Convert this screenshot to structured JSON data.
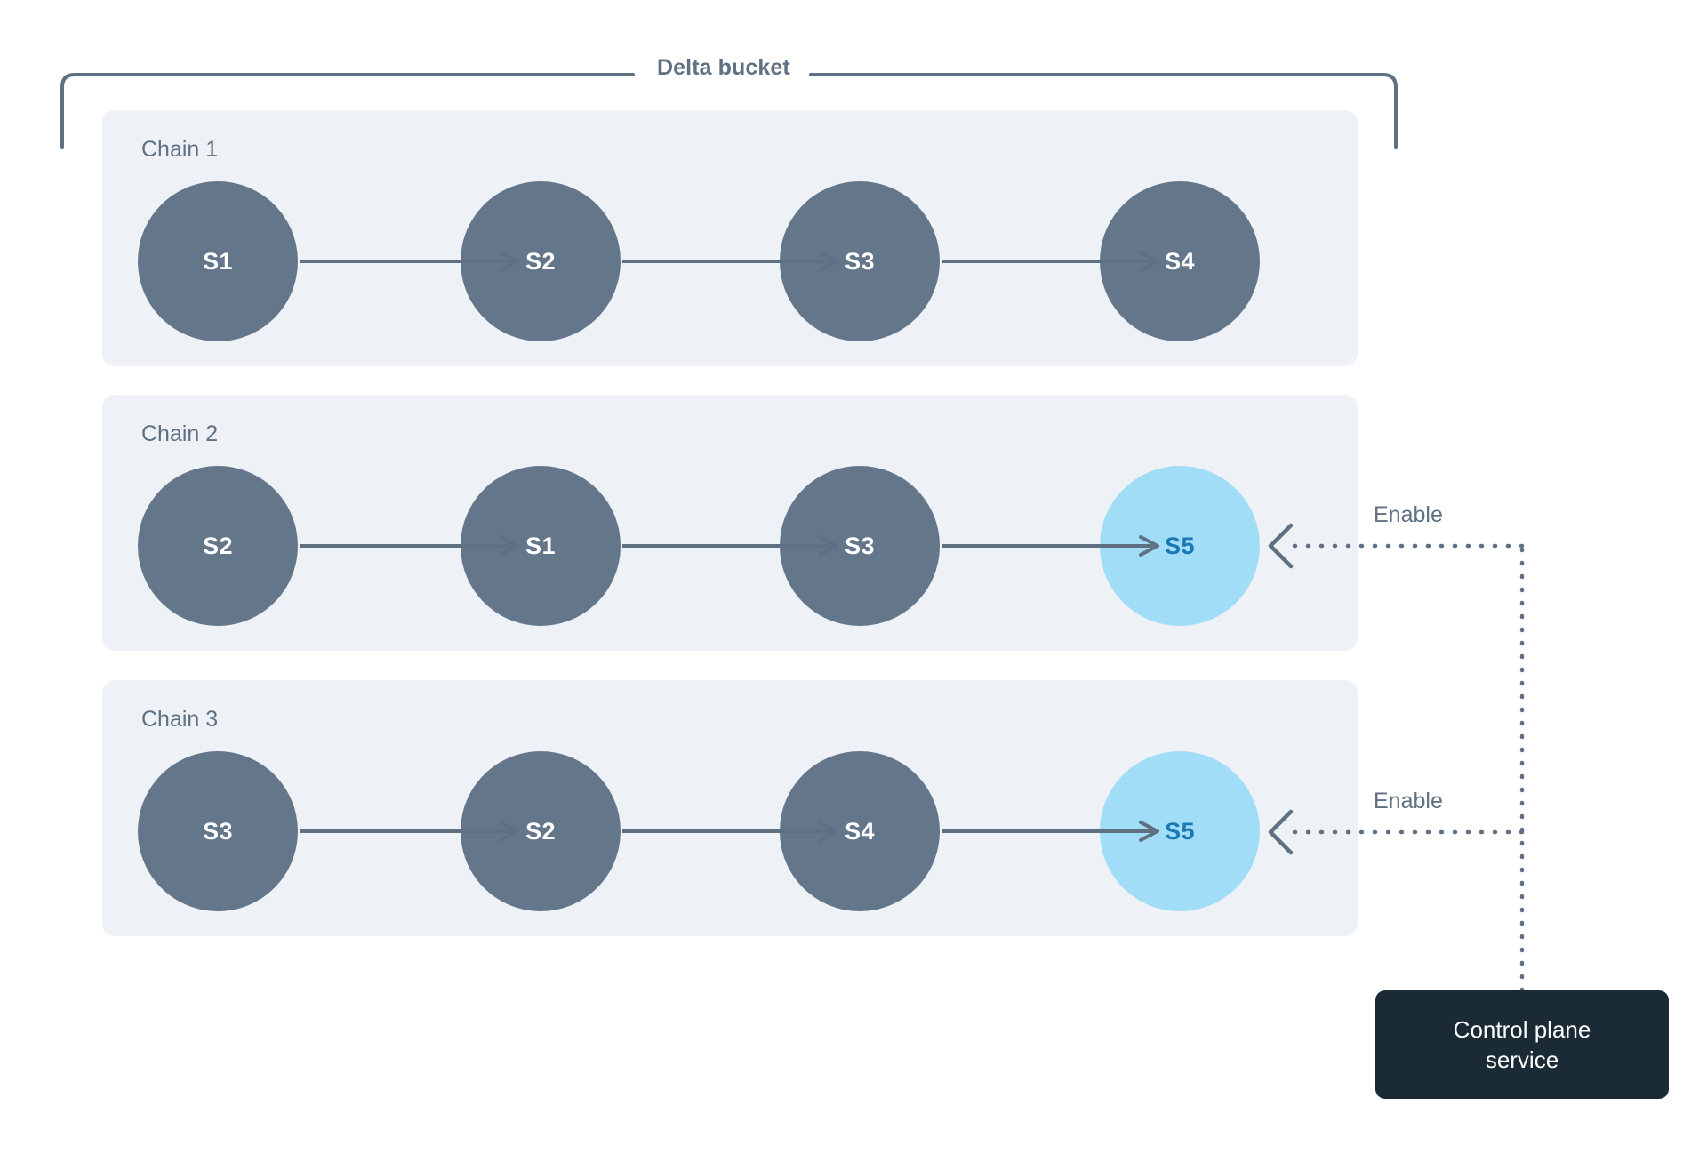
{
  "diagram": {
    "bucket": {
      "title": "Delta bucket"
    },
    "chains": [
      {
        "id": "chain-1",
        "label": "Chain 1",
        "nodes": [
          {
            "label": "S1",
            "variant": "slate"
          },
          {
            "label": "S2",
            "variant": "slate"
          },
          {
            "label": "S3",
            "variant": "slate"
          },
          {
            "label": "S4",
            "variant": "slate"
          }
        ],
        "has_enable_link": false
      },
      {
        "id": "chain-2",
        "label": "Chain 2",
        "nodes": [
          {
            "label": "S2",
            "variant": "slate"
          },
          {
            "label": "S1",
            "variant": "slate"
          },
          {
            "label": "S3",
            "variant": "slate"
          },
          {
            "label": "S5",
            "variant": "blue"
          }
        ],
        "has_enable_link": true
      },
      {
        "id": "chain-3",
        "label": "Chain 3",
        "nodes": [
          {
            "label": "S3",
            "variant": "slate"
          },
          {
            "label": "S2",
            "variant": "slate"
          },
          {
            "label": "S4",
            "variant": "slate"
          },
          {
            "label": "S5",
            "variant": "blue"
          }
        ],
        "has_enable_link": true
      }
    ],
    "enable_links": [
      {
        "label": "Enable",
        "target_chain": "chain-2"
      },
      {
        "label": "Enable",
        "target_chain": "chain-3"
      }
    ],
    "control_plane": {
      "label": "Control plane\nservice"
    },
    "colors": {
      "node_slate": "#64768a",
      "node_slate_text": "#ffffff",
      "node_blue": "#a2ddf8",
      "node_blue_text": "#1a78b4",
      "panel_bg": "#eef2f6",
      "stroke": "#5f7083",
      "control_plane_bg": "#1b2b36",
      "control_plane_text": "#ffffff",
      "page_bg": "#ffffff"
    }
  }
}
